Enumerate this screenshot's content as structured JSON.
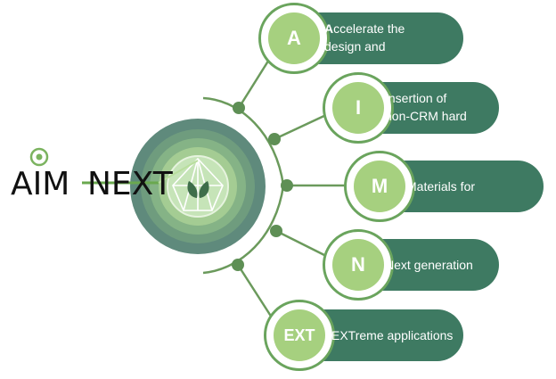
{
  "logo": {
    "left_word": "AIM",
    "right_word": "NEXT"
  },
  "items": [
    {
      "letter": "A",
      "bold_initial": "A",
      "text_rest": "ccelerate the",
      "text_line2": "design and"
    },
    {
      "letter": "I",
      "text_line1": "Insertion of",
      "text_line2": "non-CRM hard"
    },
    {
      "letter": "M",
      "text_line1": "Materials for"
    },
    {
      "letter": "N",
      "text_line1": "Next generation"
    },
    {
      "letter": "EXT",
      "text_line1": "EXTreme applications"
    }
  ],
  "colors": {
    "pill": "#3e7a62",
    "badge": "#a6d07f",
    "ring": "#6aa45d",
    "connector": "#6b9a5c",
    "hub_outer": "#5f8c7a",
    "hub_inner": "#bfe0b0"
  }
}
